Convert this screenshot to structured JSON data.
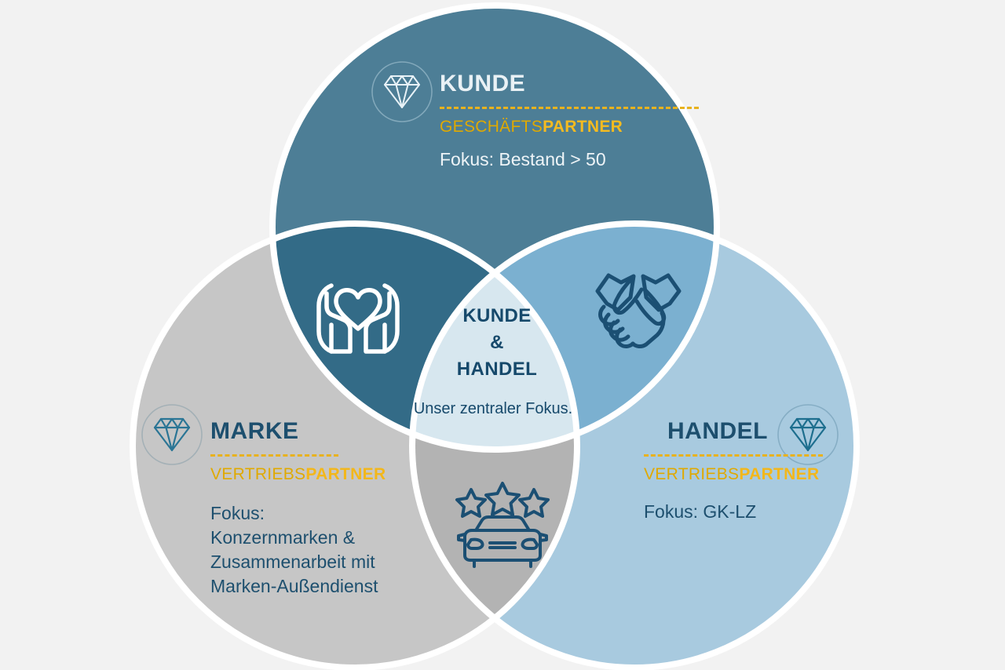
{
  "diagram": {
    "type": "venn-3",
    "background_color": "#f2f2f2",
    "accent_yellow": "#e8b21e",
    "dark_blue_text": "#1d4f6e"
  },
  "circles": {
    "kunde": {
      "id": "kunde",
      "title": "KUNDE",
      "partner_thin": "GESCHÄFTS",
      "partner_bold": "PARTNER",
      "focus": "Fokus: Bestand > 50",
      "fill": "#4d7e96",
      "icon": "diamond-icon"
    },
    "marke": {
      "id": "marke",
      "title": "MARKE",
      "partner_thin": "VERTRIEBS",
      "partner_bold": "PARTNER",
      "focus_line1": "Fokus:",
      "focus_line2": "Konzernmarken &",
      "focus_line3": "Zusammenarbeit mit",
      "focus_line4": "Marken-Außendienst",
      "fill": "#c6c6c6",
      "icon": "diamond-icon"
    },
    "handel": {
      "id": "handel",
      "title": "HANDEL",
      "partner_thin": "VERTRIEBS",
      "partner_bold": "PARTNER",
      "focus": "Fokus: GK-LZ",
      "fill": "#a8cadf",
      "icon": "diamond-icon"
    }
  },
  "overlaps": {
    "kunde_marke": {
      "fill": "#336b87",
      "icon": "hands-holding-heart-icon"
    },
    "kunde_handel": {
      "fill": "#7bb0d0",
      "icon": "handshake-icon"
    },
    "marke_handel": {
      "fill": "#b3b3b3",
      "icon": "car-stars-icon"
    },
    "center": {
      "fill": "#d7e7ef",
      "title_line1": "KUNDE",
      "title_line2": "&",
      "title_line3": "HANDEL",
      "subtitle": "Unser zentraler Fokus."
    }
  }
}
